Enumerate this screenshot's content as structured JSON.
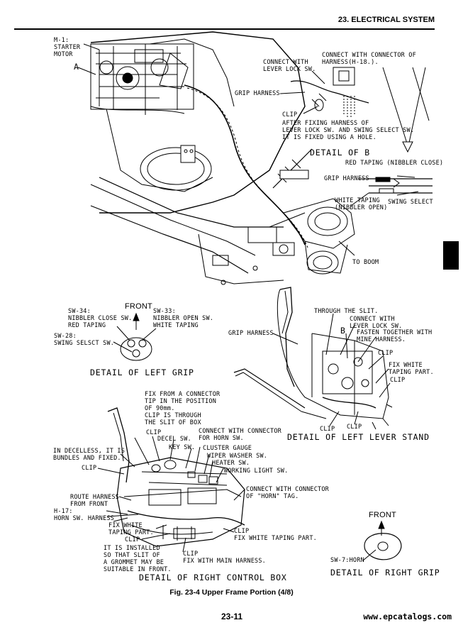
{
  "header": {
    "title": "23. ELECTRICAL SYSTEM"
  },
  "caption": "Fig. 23-4 Upper Frame Portion (4/8)",
  "page_number": "23-11",
  "watermark": "www.epcatalogs.com",
  "top_view": {
    "m1_line1": "M-1:",
    "m1_line2": "STARTER",
    "m1_line3": "MOTOR",
    "point_a": "A",
    "connect_lever_line1": "CONNECT WITH",
    "connect_lever_line2": "LEVER LOCK SW.",
    "connect_connector_line1": "CONNECT WITH CONNECTOR OF",
    "connect_connector_line2": "HARNESS(H-18.).",
    "grip_harness": "GRIP HARNESS",
    "clip": "CLIP",
    "after_fixing_line1": "AFTER FIXING HARNESS OF",
    "after_fixing_line2": "LEVER LOCK SW. AND SWING SELECT SW.",
    "after_fixing_line3": "IT IS FIXED USING A HOLE.",
    "detail_b": "DETAIL OF B",
    "red_taping": "RED TAPING (NIBBLER CLOSE)",
    "grip_harness_b": "GRIP HARNESS",
    "white_taping_line1": "WHITE TAPING",
    "white_taping_line2": "(NIBBLER OPEN)",
    "swing_select": "SWING SELECT",
    "to_boom": "TO BOOM"
  },
  "left_grip": {
    "front": "FRONT",
    "sw34_line1": "SW-34:",
    "sw34_line2": "NIBBLER CLOSE SW.",
    "sw34_line3": "RED TAPING",
    "sw33_line1": "SW-33:",
    "sw33_line2": "NIBBLER OPEN SW.",
    "sw33_line3": "WHITE TAPING",
    "sw28_line1": "SW-28:",
    "sw28_line2": "SWING SELSCT SW.",
    "detail_title": "DETAIL OF LEFT GRIP"
  },
  "lever_stand": {
    "through_slit": "THROUGH THE SLIT.",
    "connect_line1": "CONNECT WITH",
    "connect_line2": "LEVER LOCK SW.",
    "point_b": "B",
    "fasten_line1": "FASTEN TOGETHER WITH",
    "fasten_line2": "MINE HARNESS.",
    "grip_harness": "GRIP HARNESS",
    "clip_1": "CLIP",
    "fix_white_line1": "FIX WHITE",
    "fix_white_line2": "TAPING PART.",
    "clip_2": "CLIP",
    "clip_3": "CLIP",
    "clip_4": "CLIP",
    "detail_title": "DETAIL OF LEFT LEVER STAND"
  },
  "control_box": {
    "fix_connector_line1": "FIX FROM A CONNECTOR",
    "fix_connector_line2": "TIP IN THE POSITION",
    "fix_connector_line3": "OF 90mm.",
    "fix_connector_line4": "CLIP IS THROUGH",
    "fix_connector_line5": "THE SLIT OF BOX",
    "clip_top": "CLIP",
    "decel_sw": "DECEL SW.",
    "connect_horn_line1": "CONNECT WITH CONNECTOR",
    "connect_horn_line2": "FOR HORN SW.",
    "key_sw": "KEY SW.",
    "cluster_gauge": "CLUSTER GAUGE",
    "wiper_washer": "WIPER WASHER SW.",
    "heater_sw": "HEATER SW.",
    "working_light": "WORKING LIGHT SW.",
    "decelless_line1": "IN DECELLESS, IT IS",
    "decelless_line2": "BUNDLES AND FIXED.",
    "clip_left": "CLIP",
    "route_line1": "ROUTE HARNESS",
    "route_line2": "FROM FRONT",
    "h17_line1": "H-17:",
    "h17_line2": "HORN SW. HARNESS",
    "connect_horn_tag_line1": "CONNECT WITH CONNECTOR",
    "connect_horn_tag_line2": "OF \"HORN\" TAG.",
    "fix_white_line1": "FIX WHITE",
    "fix_white_line2": "TAPING PART.",
    "clip_mid": "CLIP",
    "clip_right": "CLIP",
    "fix_white_taping": "FIX WHITE TAPING PART.",
    "grommet_line1": "IT IS INSTALLED",
    "grommet_line2": "SO THAT SLIT OF",
    "grommet_line3": "A GROMMET MAY BE",
    "grommet_line4": "SUITABLE IN FRONT.",
    "clip_bottom": "CLIP",
    "fix_main": "FIX WITH MAIN HARNESS.",
    "detail_title": "DETAIL OF RIGHT CONTROL BOX"
  },
  "right_grip": {
    "front": "FRONT",
    "sw7": "SW-7:HORN",
    "detail_title": "DETAIL OF RIGHT GRIP"
  }
}
